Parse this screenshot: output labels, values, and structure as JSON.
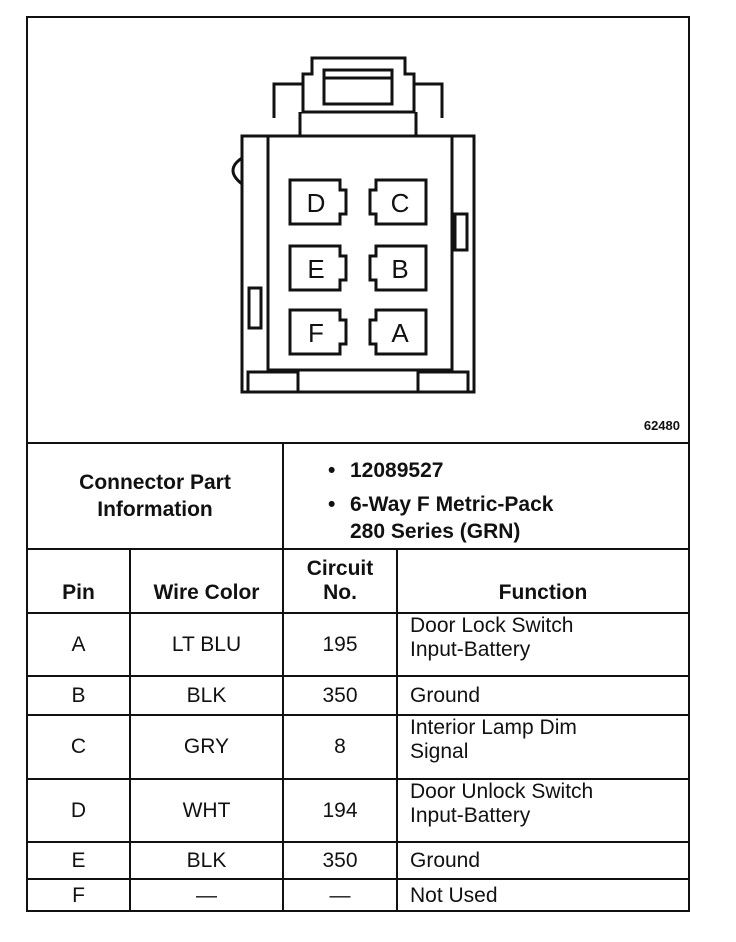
{
  "figure_number": "62480",
  "connector": {
    "pin_labels": [
      "D",
      "C",
      "E",
      "B",
      "F",
      "A"
    ]
  },
  "part_info": {
    "title_line1": "Connector Part",
    "title_line2": "Information",
    "bullet_symbol": "•",
    "part_number": "12089527",
    "description_line1": "6-Way F Metric-Pack",
    "description_line2": "280 Series (GRN)"
  },
  "table": {
    "headers": {
      "pin": "Pin",
      "wire_color": "Wire Color",
      "circuit_line1": "Circuit",
      "circuit_line2": "No.",
      "function": "Function"
    },
    "rows": [
      {
        "pin": "A",
        "wire": "LT BLU",
        "circuit": "195",
        "func1": "Door Lock Switch",
        "func2": "Input-Battery"
      },
      {
        "pin": "B",
        "wire": "BLK",
        "circuit": "350",
        "func1": "Ground",
        "func2": ""
      },
      {
        "pin": "C",
        "wire": "GRY",
        "circuit": "8",
        "func1": "Interior Lamp Dim",
        "func2": "Signal"
      },
      {
        "pin": "D",
        "wire": "WHT",
        "circuit": "194",
        "func1": "Door Unlock Switch",
        "func2": "Input-Battery"
      },
      {
        "pin": "E",
        "wire": "BLK",
        "circuit": "350",
        "func1": "Ground",
        "func2": ""
      },
      {
        "pin": "F",
        "wire": "—",
        "circuit": "—",
        "func1": "Not Used",
        "func2": ""
      }
    ]
  }
}
